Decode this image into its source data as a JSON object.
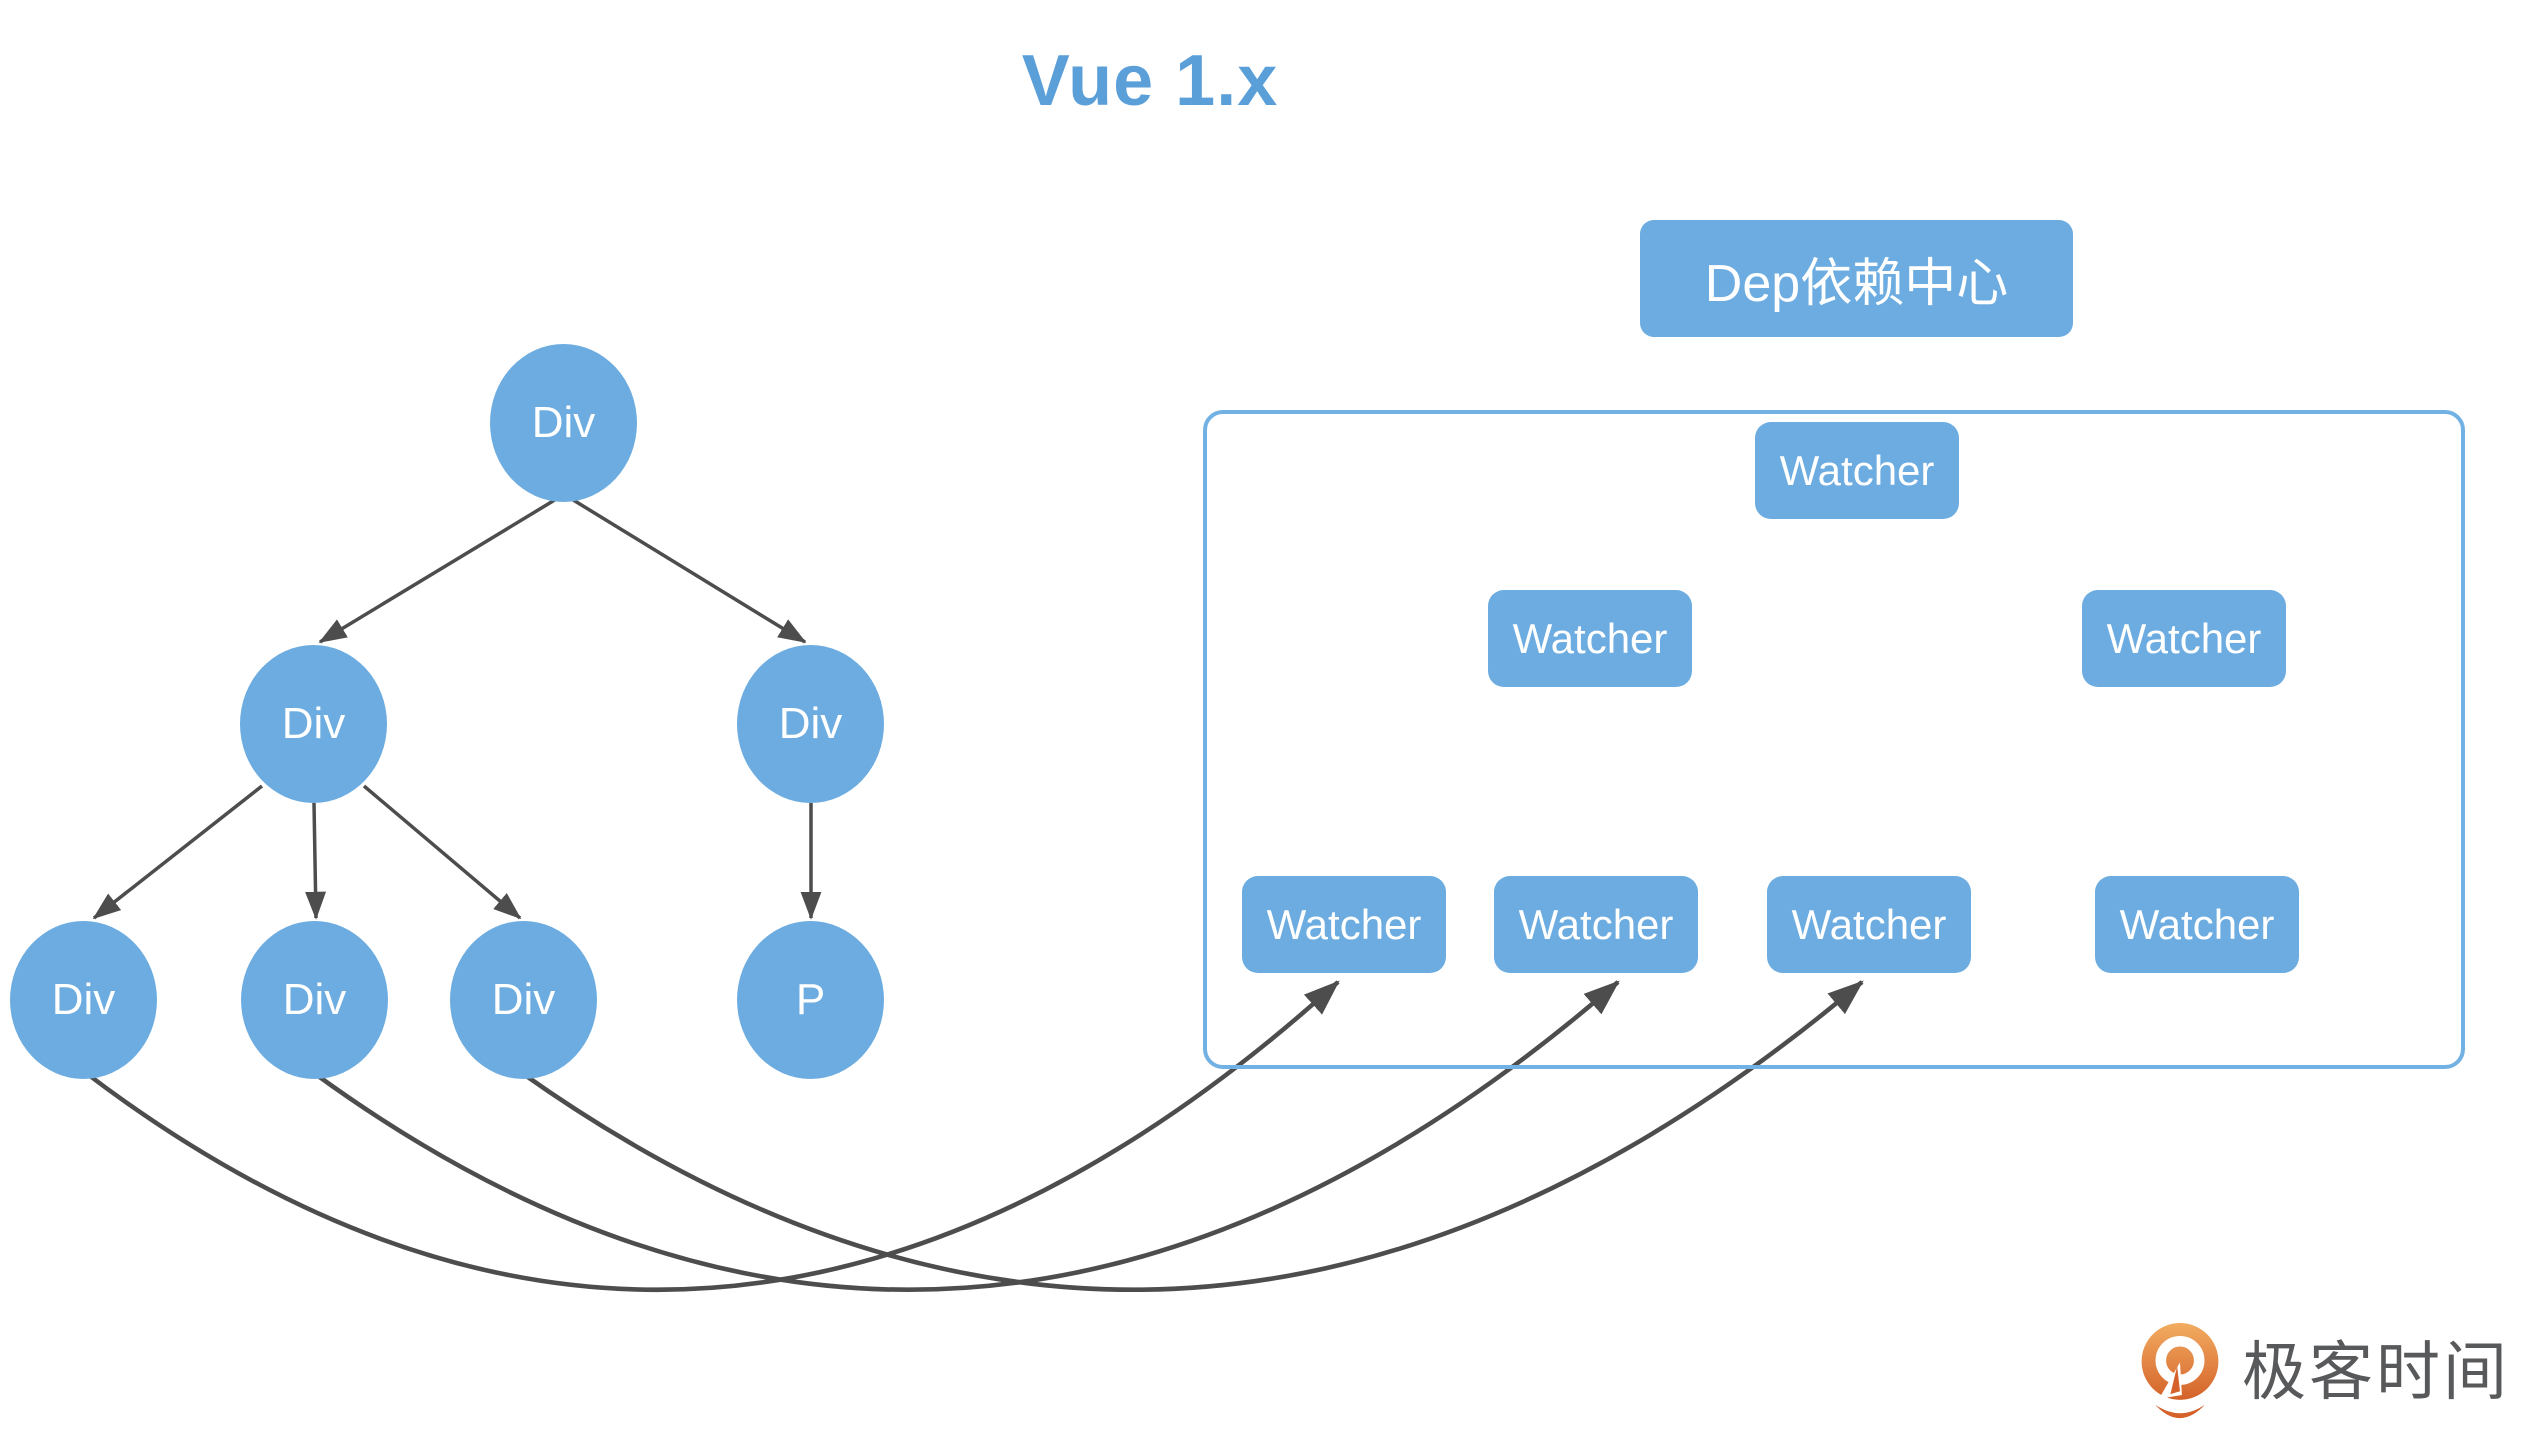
{
  "page": {
    "title": "Vue 1.x"
  },
  "colors": {
    "accent_blue": "#6CACE0",
    "title_blue": "#5B9FD9",
    "container_border_blue": "#72B1E3",
    "arrow_gray": "#4D4D4D",
    "node_text_white": "#FFFFFF",
    "logo_orange": "#D4622A",
    "logo_text_gray": "#58595B"
  },
  "dep_center": {
    "label": "Dep依赖中心",
    "watchers": [
      {
        "id": "watcher-top",
        "label": "Watcher"
      },
      {
        "id": "watcher-mid-left",
        "label": "Watcher"
      },
      {
        "id": "watcher-mid-right",
        "label": "Watcher"
      },
      {
        "id": "watcher-bottom-1",
        "label": "Watcher"
      },
      {
        "id": "watcher-bottom-2",
        "label": "Watcher"
      },
      {
        "id": "watcher-bottom-3",
        "label": "Watcher"
      },
      {
        "id": "watcher-bottom-4",
        "label": "Watcher"
      }
    ]
  },
  "dom_tree": {
    "nodes": [
      {
        "id": "root",
        "label": "Div"
      },
      {
        "id": "left-child",
        "label": "Div"
      },
      {
        "id": "right-child",
        "label": "Div"
      },
      {
        "id": "leaf-1",
        "label": "Div"
      },
      {
        "id": "leaf-2",
        "label": "Div"
      },
      {
        "id": "leaf-3",
        "label": "Div"
      },
      {
        "id": "leaf-p",
        "label": "P"
      }
    ],
    "edges": [
      {
        "from": "root",
        "to": "left-child"
      },
      {
        "from": "root",
        "to": "right-child"
      },
      {
        "from": "left-child",
        "to": "leaf-1"
      },
      {
        "from": "left-child",
        "to": "leaf-2"
      },
      {
        "from": "left-child",
        "to": "leaf-3"
      },
      {
        "from": "right-child",
        "to": "leaf-p"
      }
    ]
  },
  "dependency_edges": [
    {
      "from": "leaf-1",
      "to": "watcher-bottom-1"
    },
    {
      "from": "leaf-2",
      "to": "watcher-bottom-2"
    },
    {
      "from": "leaf-3",
      "to": "watcher-bottom-3"
    }
  ],
  "logo": {
    "text": "极客时间"
  }
}
